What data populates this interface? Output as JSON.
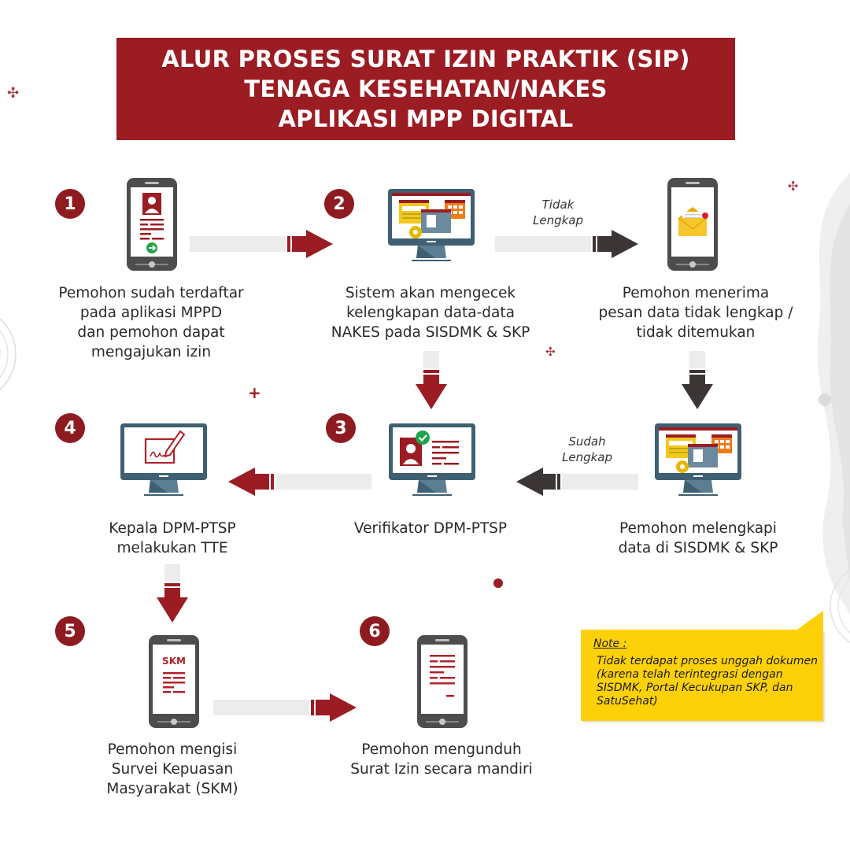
{
  "header": {
    "title_lines": [
      "ALUR PROSES SURAT IZIN PRAKTIK (SIP)",
      "TENAGA KESEHATAN/NAKES",
      "APLIKASI MPP DIGITAL"
    ]
  },
  "steps": [
    {
      "number": "1",
      "icon": "smartphone-profile-icon",
      "caption_lines": [
        "Pemohon sudah terdaftar",
        "pada aplikasi MPPD",
        "dan pemohon dapat",
        "mengajukan izin"
      ]
    },
    {
      "number": "2",
      "icon": "monitor-windows-gear-icon",
      "caption_lines": [
        "Sistem akan mengecek",
        "kelengkapan data-data",
        "NAKES pada SISDMK & SKP"
      ]
    },
    {
      "number": "",
      "icon": "smartphone-envelope-icon",
      "caption_lines": [
        "Pemohon menerima",
        "pesan data tidak lengkap /",
        "tidak ditemukan"
      ]
    },
    {
      "number": "3",
      "icon": "monitor-verified-profile-icon",
      "caption_lines": [
        "Verifikator DPM-PTSP"
      ]
    },
    {
      "number": "",
      "icon": "monitor-windows-gear-icon",
      "caption_lines": [
        "Pemohon melengkapi",
        "data di SISDMK & SKP"
      ]
    },
    {
      "number": "4",
      "icon": "monitor-signature-icon",
      "caption_lines": [
        "Kepala DPM-PTSP",
        "melakukan TTE"
      ]
    },
    {
      "number": "5",
      "icon": "smartphone-skm-icon",
      "screen_label": "SKM",
      "caption_lines": [
        "Pemohon mengisi",
        "Survei Kepuasan",
        "Masyarakat (SKM)"
      ]
    },
    {
      "number": "6",
      "icon": "smartphone-document-icon",
      "caption_lines": [
        "Pemohon mengunduh",
        "Surat Izin secara mandiri"
      ]
    }
  ],
  "conditions": {
    "incomplete": [
      "Tidak",
      "Lengkap"
    ],
    "complete": [
      "Sudah",
      "Lengkap"
    ]
  },
  "note": {
    "title": "Note :",
    "text": "Tidak terdapat proses unggah dokumen (karena telah terintegrasi dengan SISDMK, Portal Kecukupan SKP, dan SatuSehat)"
  },
  "colors": {
    "brand_red": "#9b1c22",
    "arrow_dark": "#3b3535",
    "track_gray": "#ececec",
    "device_gray": "#4d4d4f",
    "monitor_blue": "#3f5f72",
    "note_yellow": "#fcd10a",
    "success_green": "#1ea34a"
  }
}
